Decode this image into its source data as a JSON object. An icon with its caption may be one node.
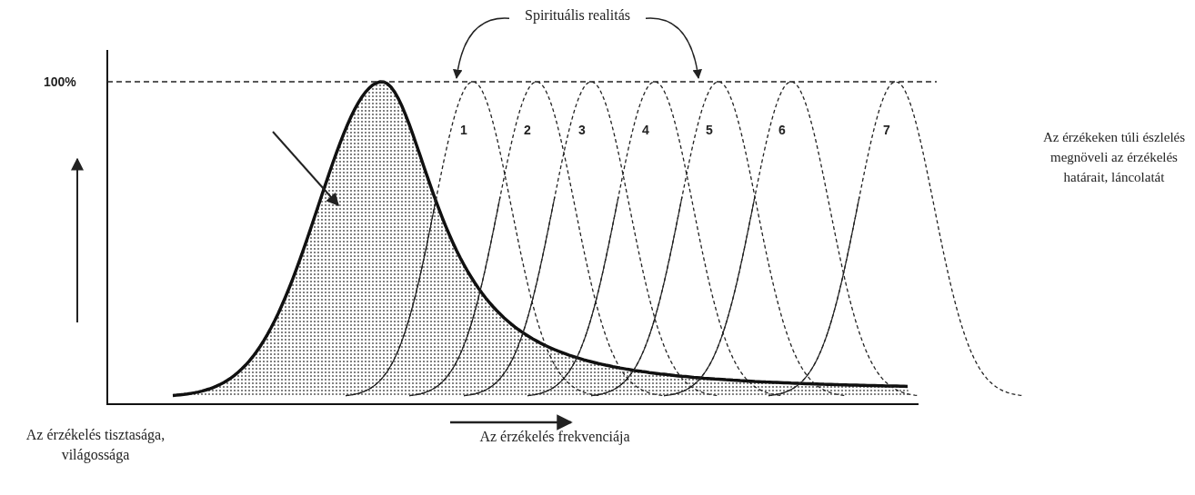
{
  "diagram": {
    "nodes": [
      {
        "text": [
          "Spirituális realitás"
        ]
      },
      {
        "text": [
          "1"
        ]
      },
      {
        "text": [
          "2"
        ]
      },
      {
        "text": [
          "3"
        ]
      },
      {
        "text": [
          "4"
        ]
      },
      {
        "text": [
          "5"
        ]
      },
      {
        "text": [
          "6"
        ]
      },
      {
        "text": [
          "7"
        ]
      }
    ],
    "edges": [
      {
        "from": 0,
        "to": 1,
        "arrow": "to"
      },
      {
        "from": 0,
        "to": 5,
        "arrow": "to"
      }
    ],
    "labels": [
      "100%",
      "Az érzékeken túli észlelés megnöveli az érzékelés határait, láncolatát",
      "Az érzékelés tisztasága, világossága",
      "Az érzékelés frekvenciája"
    ]
  }
}
